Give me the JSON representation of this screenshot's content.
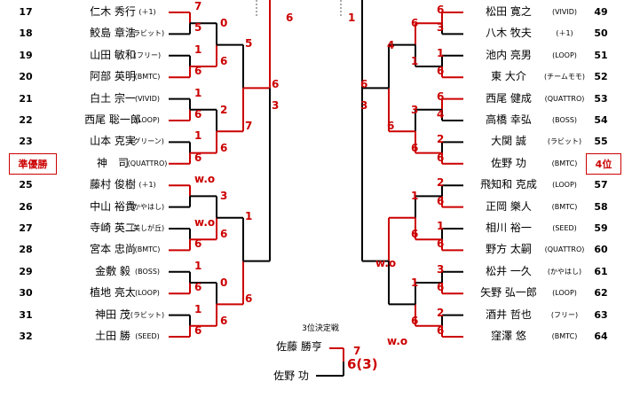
{
  "colors": {
    "win": "#cc0000",
    "lose": "#000000"
  },
  "left": {
    "players": [
      {
        "num": "17",
        "name": "仁木 秀行",
        "club": "(＋1)"
      },
      {
        "num": "18",
        "name": "鮫島 章浩",
        "club": "(ラビット)"
      },
      {
        "num": "19",
        "name": "山田 敏和",
        "club": "(フリー)"
      },
      {
        "num": "20",
        "name": "阿部 英明",
        "club": "(BMTC)"
      },
      {
        "num": "21",
        "name": "白土 宗一",
        "club": "(VIVID)"
      },
      {
        "num": "22",
        "name": "西尾 聡一郎",
        "club": "(LOOP)"
      },
      {
        "num": "23",
        "name": "山本 克実",
        "club": "(グリーン)"
      },
      {
        "num": "24",
        "name": "神　司",
        "club": "(QUATTRO)"
      },
      {
        "num": "25",
        "name": "藤村 俊樹",
        "club": "(＋1)"
      },
      {
        "num": "26",
        "name": "中山 裕貴",
        "club": "(かやはし)"
      },
      {
        "num": "27",
        "name": "寺崎 英二",
        "club": "(美しが丘)"
      },
      {
        "num": "28",
        "name": "宮本 忠尚",
        "club": "(BMTC)"
      },
      {
        "num": "29",
        "name": "金敷 毅",
        "club": "(BOSS)"
      },
      {
        "num": "30",
        "name": "植地 亮太",
        "club": "(LOOP)"
      },
      {
        "num": "31",
        "name": "神田 茂",
        "club": "(ラビット)"
      },
      {
        "num": "32",
        "name": "土田 勝",
        "club": "(SEED)"
      }
    ],
    "r1_scores": [
      "7",
      "5",
      "1",
      "6",
      "1",
      "6",
      "1",
      "6",
      "w.o",
      "",
      "w.o",
      "6",
      "1",
      "6",
      "1",
      "6"
    ],
    "r2_scores": [
      "0",
      "6",
      "2",
      "6",
      "3",
      "6",
      "0",
      "6"
    ],
    "r3_scores": [
      "5",
      "7",
      "1",
      "6"
    ],
    "r4_scores": [
      "6",
      "3"
    ],
    "top_score": "6"
  },
  "right": {
    "players": [
      {
        "num": "49",
        "name": "松田 寛之",
        "club": "(VIVID)"
      },
      {
        "num": "50",
        "name": "八木 牧夫",
        "club": "(＋1)"
      },
      {
        "num": "51",
        "name": "池内 亮男",
        "club": "(LOOP)"
      },
      {
        "num": "52",
        "name": "東 大介",
        "club": "(チームモモ)"
      },
      {
        "num": "53",
        "name": "西尾 健成",
        "club": "(QUATTRO)"
      },
      {
        "num": "54",
        "name": "高橋 幸弘",
        "club": "(BOSS)"
      },
      {
        "num": "55",
        "name": "大関 誠",
        "club": "(ラビット)"
      },
      {
        "num": "56",
        "name": "佐野 功",
        "club": "(BMTC)"
      },
      {
        "num": "57",
        "name": "飛知和 克成",
        "club": "(LOOP)"
      },
      {
        "num": "58",
        "name": "正岡 樂人",
        "club": "(BMTC)"
      },
      {
        "num": "59",
        "name": "相川 裕一",
        "club": "(SEED)"
      },
      {
        "num": "60",
        "name": "野方 太嗣",
        "club": "(QUATTRO)"
      },
      {
        "num": "61",
        "name": "松井 一久",
        "club": "(かやはし)"
      },
      {
        "num": "62",
        "name": "矢野 弘一郎",
        "club": "(LOOP)"
      },
      {
        "num": "63",
        "name": "酒井 哲也",
        "club": "(フリー)"
      },
      {
        "num": "64",
        "name": "窪澤 悠",
        "club": "(BMTC)"
      }
    ],
    "r1_scores": [
      "6",
      "3",
      "1",
      "6",
      "6",
      "4",
      "2",
      "6",
      "2",
      "6",
      "1",
      "6",
      "3",
      "6",
      "2",
      "6"
    ],
    "r2_scores": [
      "6",
      "1",
      "3",
      "6",
      "1",
      "6",
      "1",
      "6"
    ],
    "r3_scores": [
      "4",
      "6",
      "w.o",
      ""
    ],
    "r4_scores": [
      "6",
      "3"
    ],
    "top_score": "1"
  },
  "badges": {
    "left": "準優勝",
    "right": "4位"
  },
  "third_place": {
    "title": "3位決定戦",
    "player_a": "佐藤 勝亨",
    "player_b": "佐野 功",
    "score_a": "7",
    "score_b": "6(3)"
  }
}
